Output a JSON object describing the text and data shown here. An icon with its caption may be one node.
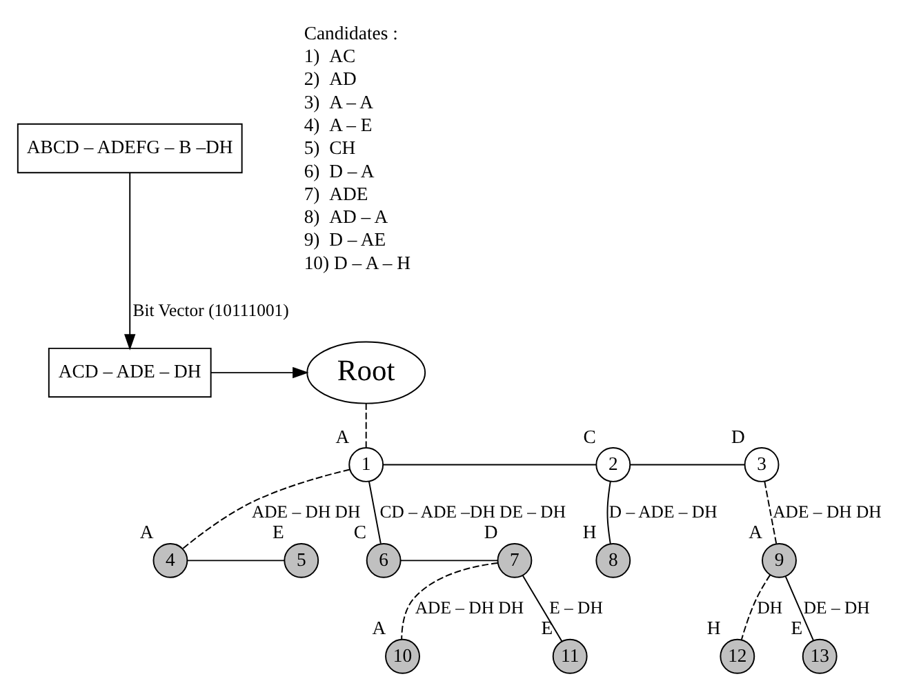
{
  "diagram": {
    "nodes": [
      {
        "text": [
          "ABCD – ADEFG – B –DH"
        ]
      },
      {
        "text": [
          "ACD – ADE – DH"
        ]
      },
      {
        "text": [
          "Root"
        ]
      },
      {
        "text": [
          "1"
        ],
        "beside": [
          "A"
        ]
      },
      {
        "text": [
          "2"
        ],
        "beside": [
          "C"
        ]
      },
      {
        "text": [
          "3"
        ],
        "beside": [
          "D"
        ]
      },
      {
        "text": [
          "4"
        ],
        "beside": [
          "A"
        ]
      },
      {
        "text": [
          "5"
        ],
        "beside": [
          "E"
        ]
      },
      {
        "text": [
          "6"
        ],
        "beside": [
          "C"
        ]
      },
      {
        "text": [
          "7"
        ],
        "beside": [
          "D"
        ]
      },
      {
        "text": [
          "8"
        ],
        "beside": [
          "H"
        ]
      },
      {
        "text": [
          "9"
        ],
        "beside": [
          "A"
        ]
      },
      {
        "text": [
          "10"
        ],
        "beside": [
          "A"
        ]
      },
      {
        "text": [
          "11"
        ],
        "beside": [
          "E"
        ]
      },
      {
        "text": [
          "12"
        ],
        "beside": [
          "H"
        ]
      },
      {
        "text": [
          "13"
        ],
        "beside": [
          "E"
        ]
      }
    ],
    "edges": [
      {
        "from": 0,
        "to": 1,
        "arrow": "to",
        "label": "Bit Vector (10111001)"
      },
      {
        "from": 1,
        "to": 2,
        "arrow": "to"
      },
      {
        "from": 2,
        "to": 3,
        "arrow": "none",
        "style": "dashed"
      },
      {
        "from": 3,
        "to": 4,
        "arrow": "none"
      },
      {
        "from": 4,
        "to": 5,
        "arrow": "none"
      },
      {
        "from": 3,
        "to": 8,
        "arrow": "none",
        "label": "CD – ADE –DH DE – DH"
      },
      {
        "from": 3,
        "to": 6,
        "arrow": "none",
        "style": "dashed",
        "label": "ADE – DH DH"
      },
      {
        "from": 4,
        "to": 10,
        "arrow": "none",
        "label": "D – ADE – DH"
      },
      {
        "from": 5,
        "to": 11,
        "arrow": "none",
        "style": "dashed",
        "label": "ADE – DH DH"
      },
      {
        "from": 6,
        "to": 7,
        "arrow": "none"
      },
      {
        "from": 8,
        "to": 9,
        "arrow": "none"
      },
      {
        "from": 9,
        "to": 13,
        "arrow": "none",
        "label": "E – DH"
      },
      {
        "from": 9,
        "to": 12,
        "arrow": "none",
        "style": "dashed",
        "label": "ADE – DH DH"
      },
      {
        "from": 11,
        "to": 15,
        "arrow": "none",
        "label": "DE – DH"
      },
      {
        "from": 11,
        "to": 14,
        "arrow": "none",
        "style": "dashed",
        "label": "DH"
      }
    ],
    "labels": [
      "Candidates :",
      "1)  AC",
      "2)  AD",
      "3)  A – A",
      "4)  A – E",
      "5)  CH",
      "6)  D – A",
      "7)  ADE",
      "8)  AD – A",
      "9)  D – AE",
      "10) D – A – H"
    ]
  }
}
